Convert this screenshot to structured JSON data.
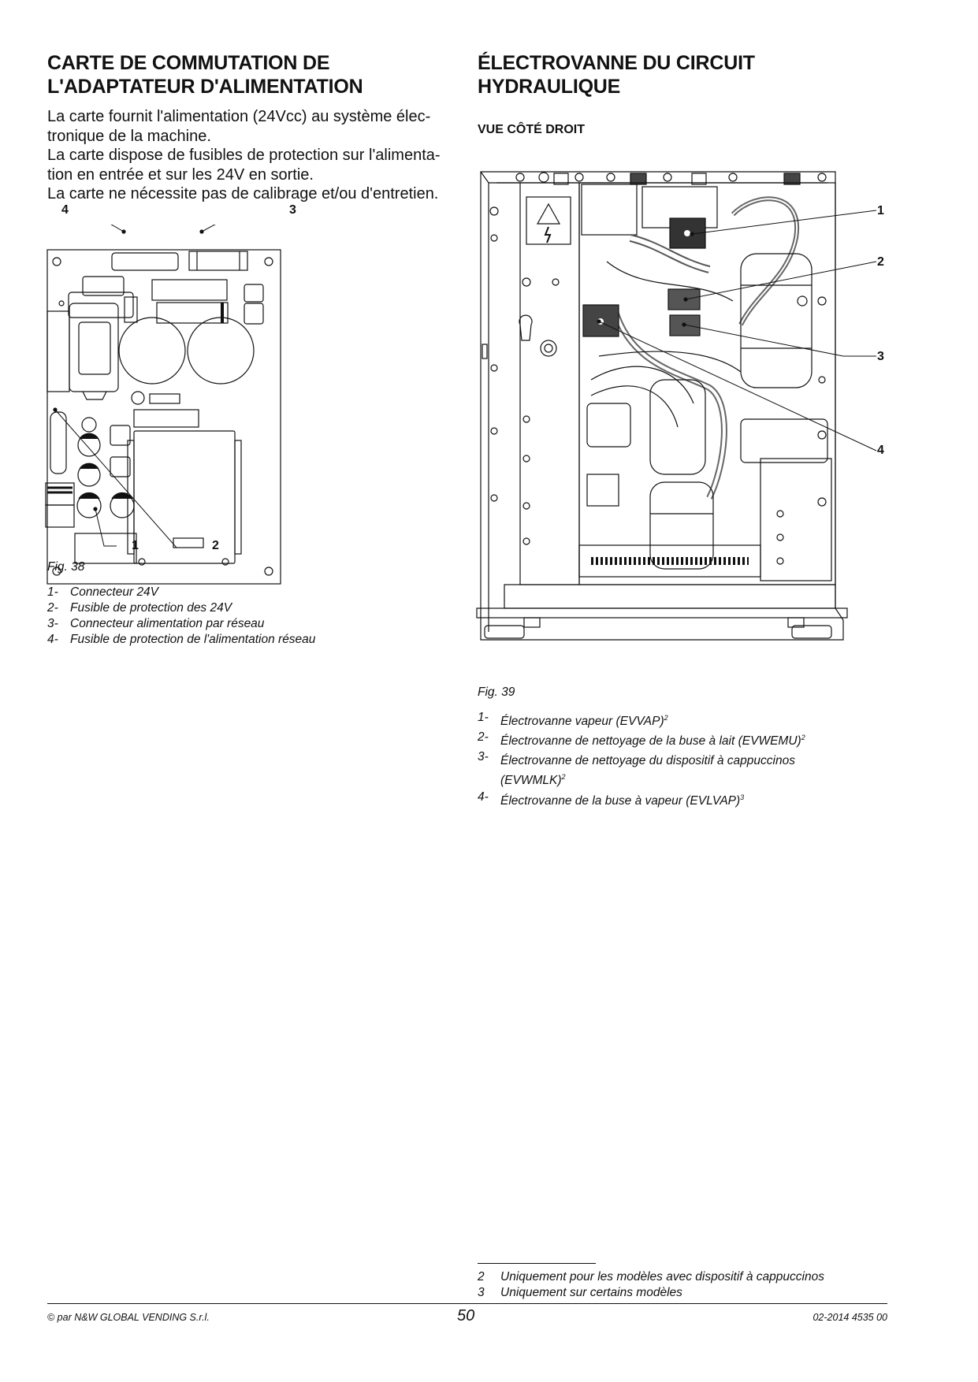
{
  "left": {
    "title_line1": "CARTE DE COMMUTATION DE",
    "title_line2": "L'ADAPTATEUR D'ALIMENTATION",
    "paragraph": [
      "La carte fournit l'alimentation (24Vcc) au système élec-",
      "tronique de la machine.",
      "La carte dispose de fusibles de protection sur l'alimenta-",
      "tion en entrée et sur les 24V en sortie.",
      "La carte ne nécessite pas de calibrage et/ou d'entretien."
    ],
    "figure": {
      "callouts": [
        "4",
        "3",
        "1",
        "2"
      ],
      "caption": "Fig. 38"
    },
    "legend": [
      {
        "num": "1-",
        "text": "Connecteur 24V"
      },
      {
        "num": "2-",
        "text": "Fusible de protection des 24V"
      },
      {
        "num": "3-",
        "text": "Connecteur alimentation par réseau"
      },
      {
        "num": "4-",
        "text": "Fusible de protection de l'alimentation réseau"
      }
    ]
  },
  "right": {
    "title_line1": "ÉLECTROVANNE DU CIRCUIT",
    "title_line2": "HYDRAULIQUE",
    "subtitle": "VUE CÔTÉ DROIT",
    "figure": {
      "callouts": [
        "1",
        "2",
        "3",
        "4"
      ],
      "caption": "Fig. 39"
    },
    "legend": [
      {
        "num": "1-",
        "text": "Électrovanne vapeur (EVVAP)",
        "sup": "2"
      },
      {
        "num": "2-",
        "text": "Électrovanne de nettoyage de la buse à lait (EVWEMU)",
        "sup": "2"
      },
      {
        "num": "3-",
        "text": "Électrovanne de nettoyage du dispositif à cappuccinos",
        "sup": ""
      },
      {
        "num": "",
        "text": "(EVWMLK)",
        "sup": "2"
      },
      {
        "num": "4-",
        "text": "Électrovanne de la buse à vapeur (EVLVAP)",
        "sup": "3"
      }
    ]
  },
  "footnotes": [
    {
      "num": "2",
      "text": "Uniquement pour les modèles avec dispositif à cappuccinos"
    },
    {
      "num": "3",
      "text": "Uniquement sur certains modèles"
    }
  ],
  "footer": {
    "left": "© par N&W GLOBAL VENDING S.r.l.",
    "page": "50",
    "right": "02-2014 4535 00"
  }
}
